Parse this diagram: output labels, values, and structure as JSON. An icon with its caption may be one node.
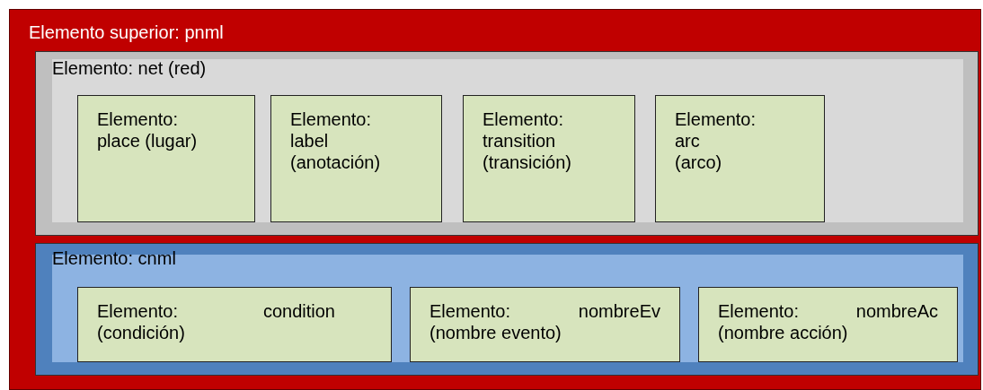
{
  "diagram": {
    "nodes": [
      {
        "text": [
          "Elemento superior: pnml"
        ]
      },
      {
        "text": [
          "Elemento: net (red)"
        ],
        "in": 0
      },
      {
        "text": [
          "Elemento: place (lugar)"
        ],
        "in": 1
      },
      {
        "text": [
          "Elemento: label (anotación)"
        ],
        "in": 1
      },
      {
        "text": [
          "Elemento: transition (transición)"
        ],
        "in": 1
      },
      {
        "text": [
          "Elemento: arc (arco)"
        ],
        "in": 1
      },
      {
        "text": [
          "Elemento: cnml"
        ],
        "in": 0
      },
      {
        "text": [
          "Elemento: condition (condición)"
        ],
        "in": 6
      },
      {
        "text": [
          "Elemento: nombreEv (nombre evento)"
        ],
        "in": 6
      },
      {
        "text": [
          "Elemento: nombreAc (nombre acción)"
        ],
        "in": 6
      }
    ]
  }
}
